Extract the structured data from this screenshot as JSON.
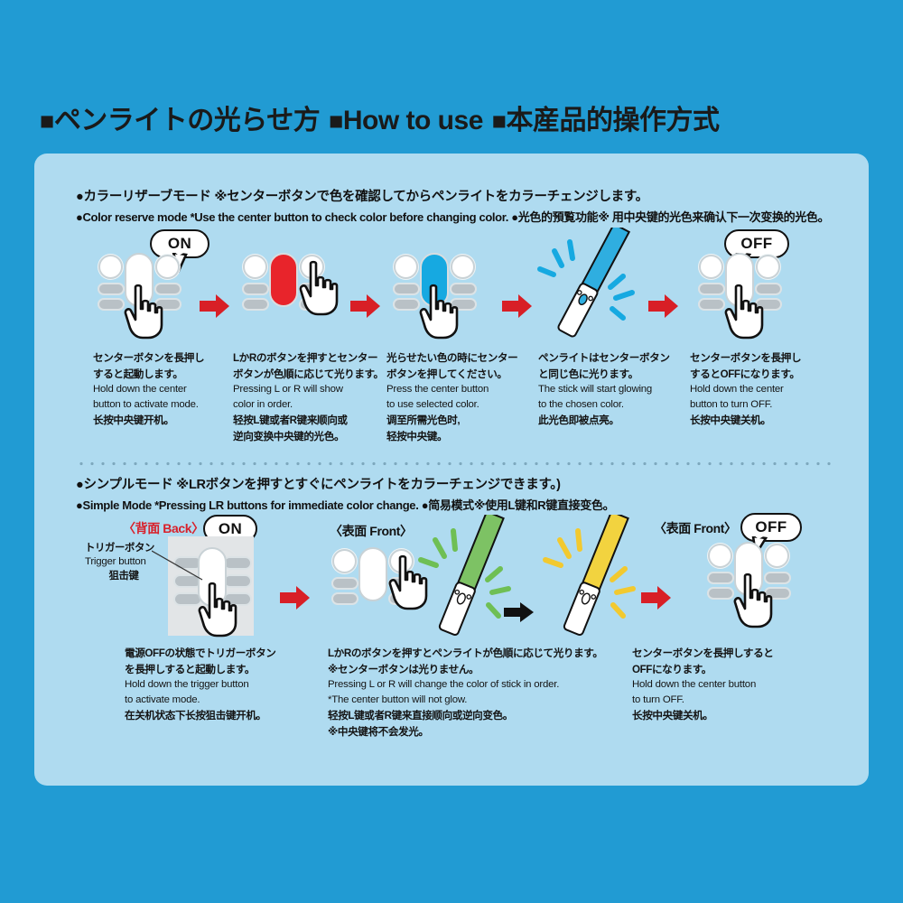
{
  "colors": {
    "outer_bg": "#219BD3",
    "panel_bg": "#AFDBF0",
    "arrow_red": "#D81F26",
    "led_red": "#E8242B",
    "led_blue": "#16A9E1",
    "stick_green": "#7DC264",
    "stick_yellow": "#F2D33F",
    "accent_label_red": "#D8202A"
  },
  "title": {
    "square": "■",
    "part_jp": "ペンライトの光らせ方",
    "part_en": "How to use",
    "part_cn": "本産品的操作方式"
  },
  "section1": {
    "header_jp": "●カラーリザーブモード ※センターボタンで色を確認してからペンライトをカラーチェンジします。",
    "header_en_cn": "●Color reserve mode *Use the center button to check color before changing color. ●光色的預覧功能※ 用中央键的光色来确认下一次变换的光色。",
    "badge_on": "ON",
    "badge_off": "OFF",
    "steps": [
      {
        "jp": [
          "センターボタンを長押し",
          "すると起動します。"
        ],
        "en": [
          "Hold down the center",
          "button to activate mode."
        ],
        "cn": [
          "长按中央键开机。"
        ]
      },
      {
        "jp": [
          "LかRのボタンを押すとセンター",
          "ボタンが色順に応じて光ります。"
        ],
        "en": [
          "Pressing L or R will show",
          "color in order."
        ],
        "cn": [
          "轻按L键或者R键来顺向或",
          "逆向变换中央键的光色。"
        ]
      },
      {
        "jp": [
          "光らせたい色の時にセンター",
          "ボタンを押してください。"
        ],
        "en": [
          "Press the center button",
          "to use selected color."
        ],
        "cn": [
          "调至所需光色时,",
          "轻按中央键。"
        ]
      },
      {
        "jp": [
          "ペンライトはセンターボタン",
          "と同じ色に光ります。"
        ],
        "en": [
          "The stick will start glowing",
          " to the chosen color."
        ],
        "cn": [
          "此光色即被点亮。"
        ]
      },
      {
        "jp": [
          "センターボタンを長押し",
          "するとOFFになります。"
        ],
        "en": [
          "Hold down the center",
          "button to turn OFF."
        ],
        "cn": [
          "长按中央键关机。"
        ]
      }
    ]
  },
  "section2": {
    "header_jp": "●シンプルモード ※LRボタンを押すとすぐにペンライトをカラーチェンジできます。)",
    "header_en_cn": "●Simple Mode *Pressing LR buttons for immediate color change. ●简易模式※使用L键和R键直接变色。",
    "badge_on": "ON",
    "badge_off": "OFF",
    "face_back": "〈背面 Back〉",
    "face_front_1": "〈表面 Front〉",
    "face_front_2": "〈表面 Front〉",
    "trigger_label": {
      "jp": "トリガーボタン",
      "en": "Trigger button",
      "cn": "狙击键"
    },
    "steps": [
      {
        "jp": [
          "電源OFFの状態でトリガーボタン",
          "を長押しすると起動します。"
        ],
        "en": [
          "Hold down the trigger button",
          "to activate mode."
        ],
        "cn": [
          "在关机状态下长按狙击键开机。"
        ]
      },
      {
        "jp": [
          "LかRのボタンを押すとペンライトが色順に応じて光ります。",
          "※センターボタンは光りません。"
        ],
        "en": [
          "Pressing L or R will change the color of stick in order.",
          " *The center button will not glow."
        ],
        "cn": [
          "轻按L键或者R键来直接顺向或逆向变色。",
          "※中央键将不会发光。"
        ]
      },
      {
        "jp": [
          "センターボタンを長押しすると",
          "OFFになります。"
        ],
        "en": [
          "Hold down the center button",
          "to turn OFF."
        ],
        "cn": [
          "长按中央键关机。"
        ]
      }
    ]
  }
}
